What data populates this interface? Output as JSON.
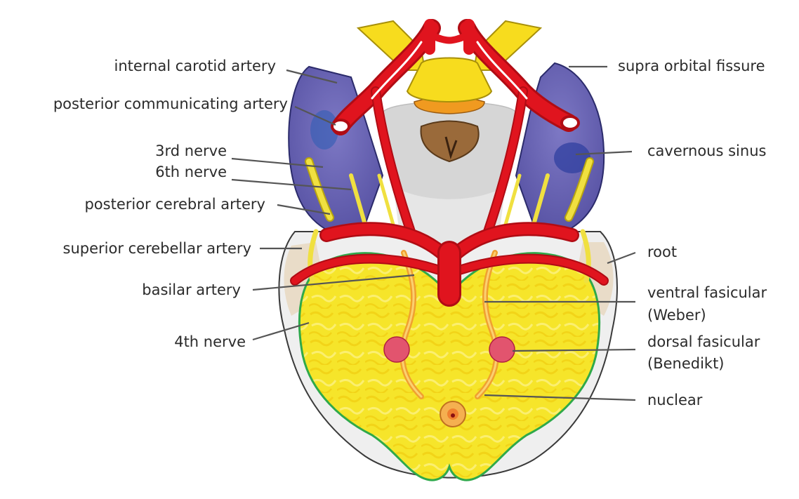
{
  "labels": {
    "internal_carotid_artery": "internal carotid artery",
    "posterior_communicating_artery": "posterior communicating artery",
    "third_nerve": "3rd nerve",
    "sixth_nerve": "6th nerve",
    "posterior_cerebral_artery": "posterior cerebral artery",
    "superior_cerebellar_artery": "superior cerebellar artery",
    "basilar_artery": "basilar artery",
    "fourth_nerve": "4th nerve",
    "supra_orbital_fissure": "supra orbital fissure",
    "cavernous_sinus": "cavernous sinus",
    "root": "root",
    "ventral_fasicular": "ventral fasicular",
    "weber": "(Weber)",
    "dorsal_fasicular": "dorsal fasicular",
    "benedikt": "(Benedikt)",
    "nuclear": "nuclear"
  },
  "colors": {
    "artery": "#e0141e",
    "artery_dark": "#b00c14",
    "sinus": "#6a63b0",
    "sinus_dark": "#3d4a9e",
    "brainstem": "#f6e52a",
    "brainstem_edge": "#2fa94a",
    "nerve": "#f0e040",
    "bone": "#f7dc1e",
    "gray": "#d9d9d9",
    "nucleus": "#e2546e"
  }
}
